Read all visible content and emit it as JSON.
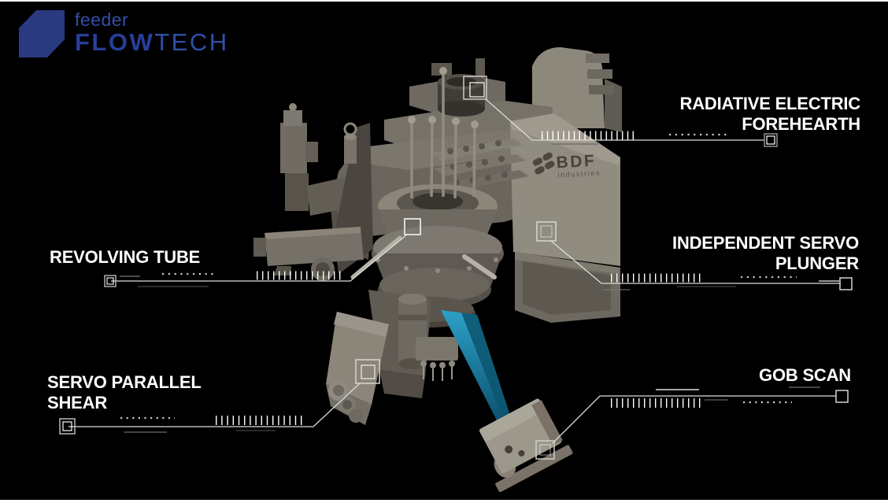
{
  "slide": {
    "background_color": "#000000",
    "edge_color": "#fdfdfd"
  },
  "logo": {
    "tagline": "feeder",
    "brand_bold": "FLOW",
    "brand_light": "TECH",
    "mark_color": "#2a3a80",
    "text_color": "#3050a8"
  },
  "machine": {
    "description": "3D render of BDF Industries FlowTech glass feeder machine",
    "brand": "BDF",
    "brand_sub": "industries",
    "beam_color": "#17809f"
  },
  "callouts": [
    {
      "id": "radiative-electric-forehearth",
      "lines": [
        "RADIATIVE ELECTRIC",
        "FOREHEARTH"
      ],
      "align": "right"
    },
    {
      "id": "independent-servo-plunger",
      "lines": [
        "INDEPENDENT SERVO",
        "PLUNGER"
      ],
      "align": "right"
    },
    {
      "id": "revolving-tube",
      "lines": [
        "REVOLVING TUBE"
      ],
      "align": "left"
    },
    {
      "id": "servo-parallel-shear",
      "lines": [
        "SERVO PARALLEL",
        "SHEAR"
      ],
      "align": "left"
    },
    {
      "id": "gob-scan",
      "lines": [
        "GOB SCAN"
      ],
      "align": "right"
    }
  ],
  "style": {
    "label_color": "#ffffff",
    "line_color": "#dcdcdc",
    "tick_color": "#ffffff",
    "dot_color": "#c9c9c9"
  }
}
